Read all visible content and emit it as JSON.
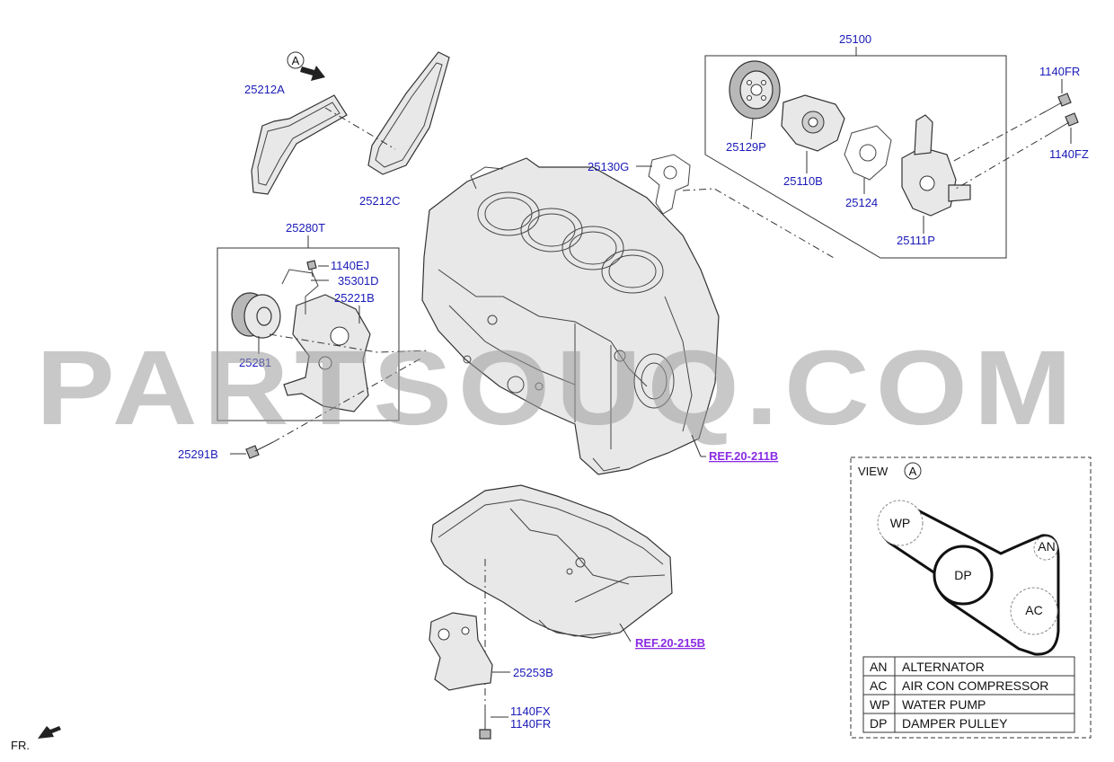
{
  "watermark": "PARTSOUQ.COM",
  "view_marker": {
    "letter": "A"
  },
  "parts": {
    "p25100": "25100",
    "p1140FR_top": "1140FR",
    "p1140FZ": "1140FZ",
    "p25129P": "25129P",
    "p25110B": "25110B",
    "p25124": "25124",
    "p25111P": "25111P",
    "p25130G": "25130G",
    "p25212A": "25212A",
    "p25212C": "25212C",
    "p25280T": "25280T",
    "p1140EJ": "1140EJ",
    "p35301D": "35301D",
    "p25221B": "25221B",
    "p25281": "25281",
    "p25291B": "25291B",
    "p25253B": "25253B",
    "p1140FX": "1140FX",
    "p1140FR_bottom": "1140FR"
  },
  "refs": {
    "ref_211B": "REF.20-211B",
    "ref_215B": "REF.20-215B"
  },
  "front_label": "FR.",
  "view_panel": {
    "title": "VIEW",
    "letter": "A",
    "pulleys": {
      "wp": "WP",
      "an": "AN",
      "dp": "DP",
      "ac": "AC"
    },
    "legend": [
      {
        "code": "AN",
        "name": "ALTERNATOR"
      },
      {
        "code": "AC",
        "name": "AIR CON COMPRESSOR"
      },
      {
        "code": "WP",
        "name": "WATER PUMP"
      },
      {
        "code": "DP",
        "name": "DAMPER PULLEY"
      }
    ]
  }
}
